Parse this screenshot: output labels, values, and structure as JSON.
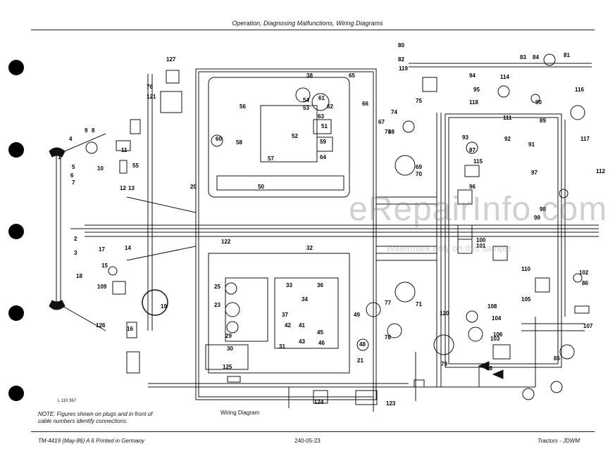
{
  "header": {
    "title": "Operation, Diagnosing Malfunctions, Wiring Diagrams"
  },
  "diagram": {
    "caption": "Wiring Diagram",
    "reference_code": "L 110 367",
    "note": "NOTE: Figures shown on plugs and in front of\ncable numbers identify connections.",
    "callouts": [
      "1",
      "2",
      "3",
      "4",
      "5",
      "6",
      "7",
      "8",
      "9",
      "10",
      "11",
      "12",
      "13",
      "14",
      "15",
      "16",
      "17",
      "18",
      "19",
      "20",
      "21",
      "23",
      "25",
      "29",
      "30",
      "31",
      "32",
      "33",
      "34",
      "36",
      "37",
      "38",
      "41",
      "42",
      "43",
      "45",
      "46",
      "48",
      "49",
      "50",
      "51",
      "52",
      "53",
      "54",
      "55",
      "56",
      "57",
      "58",
      "59",
      "60",
      "61",
      "62",
      "63",
      "64",
      "65",
      "66",
      "67",
      "68",
      "69",
      "70",
      "71",
      "73",
      "74",
      "75",
      "76",
      "77",
      "78",
      "79",
      "80",
      "81",
      "82",
      "83",
      "84",
      "85",
      "86",
      "87",
      "88",
      "89",
      "90",
      "91",
      "92",
      "93",
      "94",
      "95",
      "96",
      "97",
      "98",
      "99",
      "100",
      "101",
      "102",
      "103",
      "104",
      "105",
      "106",
      "107",
      "108",
      "109",
      "110",
      "111",
      "112",
      "114",
      "115",
      "116",
      "117",
      "118",
      "119",
      "120",
      "121",
      "122",
      "123",
      "124",
      "125",
      "126",
      "127"
    ],
    "watermark": {
      "main": "eRepairInfo.com",
      "sub": "Watermark only on this sample"
    }
  },
  "footer": {
    "left": "TM-4419 (May-86) A 6 Printed in Germany",
    "center": "240-05-23",
    "right": "Tractors - JDWM"
  }
}
